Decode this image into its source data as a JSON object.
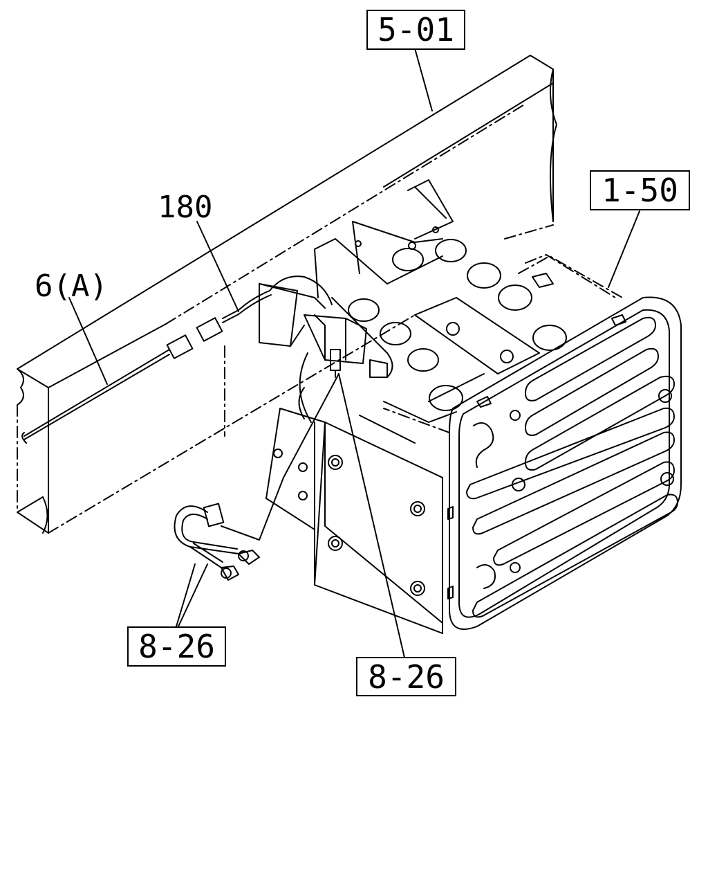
{
  "callouts": {
    "frame_ref": "5-01",
    "transmission_ref": "1-50",
    "harness_part": "180",
    "harness_ref": "6(A)",
    "sensor_ref_left": "8-26",
    "sensor_ref_bottom": "8-26"
  },
  "colors": {
    "line": "#000000",
    "background": "#ffffff"
  }
}
